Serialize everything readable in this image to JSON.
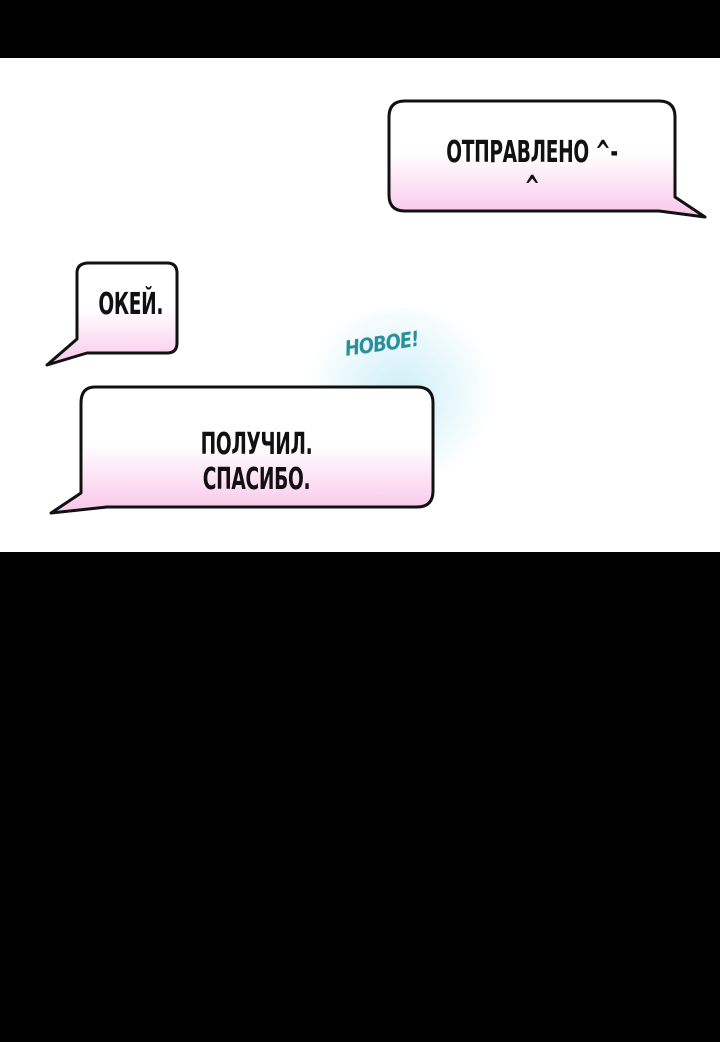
{
  "messages": {
    "sent": {
      "text": "ОТПРАВЛЕНО ^-^"
    },
    "reply_1": {
      "text": "ОКЕЙ."
    },
    "reply_2": {
      "text": "ПОЛУЧИЛ. СПАСИБО."
    }
  },
  "new_label": "НОВОЕ!",
  "colors": {
    "background": "#000000",
    "panel": "#ffffff",
    "bubble_top": "#ffffff",
    "bubble_bottom": "#f9c6ea",
    "outline": "#111111",
    "new_label": "#2a8f9a",
    "glow": "#c4ecf6"
  }
}
